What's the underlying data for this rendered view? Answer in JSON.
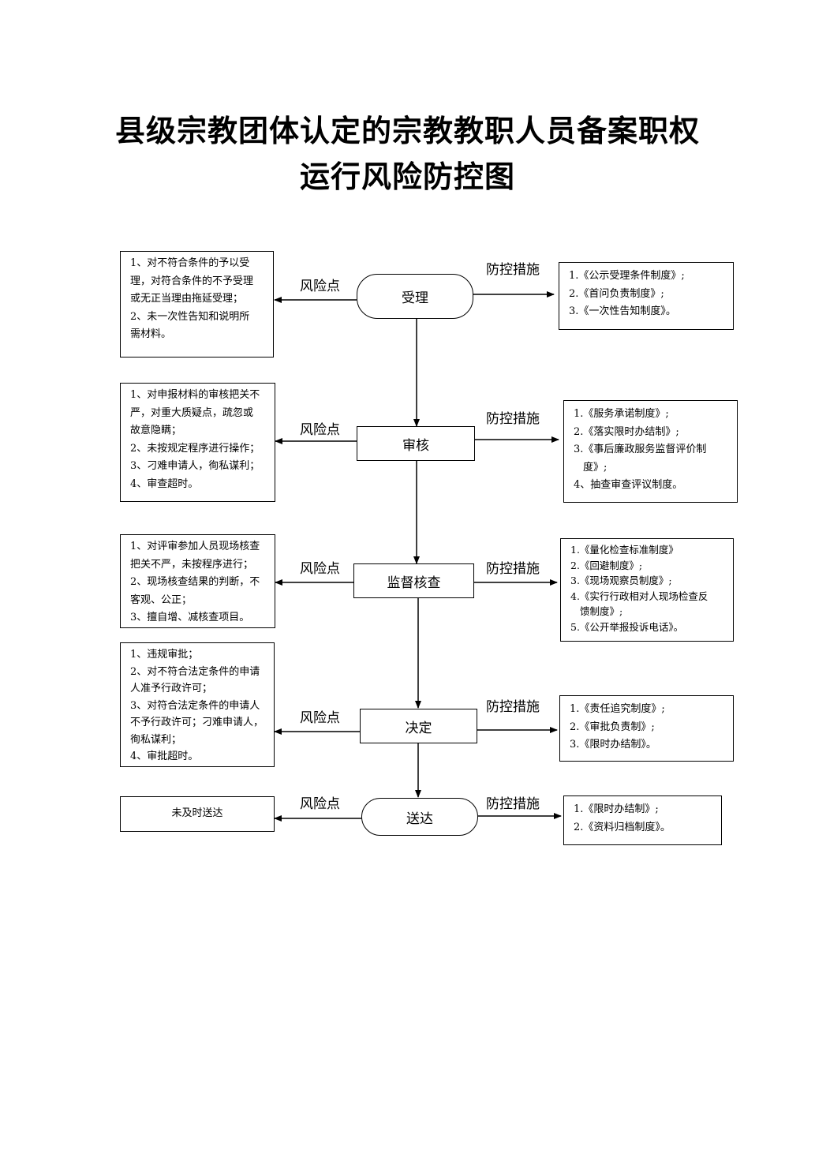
{
  "title": {
    "line1": "县级宗教团体认定的宗教教职人员备案职权",
    "line2": "运行风险防控图"
  },
  "labels": {
    "risk": "风险点",
    "control": "防控措施"
  },
  "steps": [
    {
      "name": "受理",
      "control_label": "防控措施",
      "risks": [
        "1、对不符合条件的予以受",
        "理，对符合条件的不予受理",
        "或无正当理由拖延受理；",
        "2、未一次性告知和说明所",
        "需材料。"
      ],
      "controls": [
        "1.《公示受理条件制度》;",
        "2.《首问负责制度》;",
        "3.《一次性告知制度》。"
      ]
    },
    {
      "name": "审核",
      "control_label": "防控措施",
      "risks": [
        "1、对申报材料的审核把关不",
        "严，对重大质疑点，疏忽或",
        "故意隐瞒；",
        "2、未按规定程序进行操作；",
        "3、刁难申请人，徇私谋利；",
        "4、审查超时。"
      ],
      "controls": [
        "1.《服务承诺制度》;",
        "2.《落实限时办结制》;",
        "3.《事后廉政服务监督评价制",
        "度》;",
        "4、抽查审查评议制度。"
      ]
    },
    {
      "name": "监督核查",
      "control_label": "防控措施",
      "risks": [
        "1、对评审参加人员现场核查",
        "把关不严，未按程序进行；",
        "2、现场核查结果的判断，不",
        "客观、公正；",
        "3、擅自增、减核查项目。"
      ],
      "controls": [
        "1.《量化检查标准制度》",
        "2.《回避制度》;",
        "3.《现场观察员制度》;",
        "4.《实行行政相对人现场检查反",
        "馈制度》;",
        "5.《公开举报投诉电话》。"
      ]
    },
    {
      "name": "决定",
      "control_label": "防控措施",
      "risks": [
        "1、违规审批；",
        "2、对不符合法定条件的申请",
        "人准予行政许可；",
        "3、对符合法定条件的申请人",
        "不予行政许可；刁难申请人，",
        "徇私谋利；",
        "4、审批超时。"
      ],
      "controls": [
        "1.《责任追究制度》;",
        "2.《审批负责制》;",
        "3.《限时办结制》。"
      ]
    },
    {
      "name": "送达",
      "control_label": "防控措施",
      "risks": [
        "未及时送达"
      ],
      "controls": [
        "1.《限时办结制》;",
        "2.《资料归档制度》。"
      ]
    }
  ]
}
